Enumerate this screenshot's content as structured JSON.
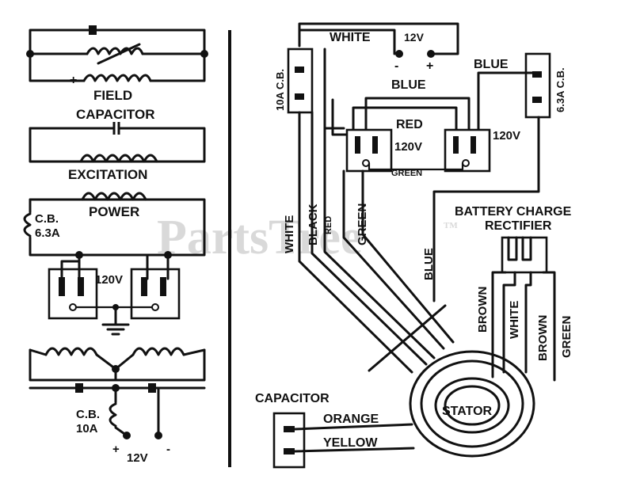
{
  "watermark": "PartsTree",
  "watermark_tm": "TM",
  "left_schematic": {
    "field_label": "FIELD",
    "field_plus": "+",
    "field_minus": "-",
    "capacitor_label": "CAPACITOR",
    "excitation_label": "EXCITATION",
    "power_label": "POWER",
    "cb_small_label_1": "C.B.",
    "cb_small_label_2": "6.3A",
    "outlet_voltage": "120V",
    "cb_large_label_1": "C.B.",
    "cb_large_label_2": "10A",
    "battery_plus": "+",
    "battery_voltage": "12V",
    "battery_minus": "-"
  },
  "right_wiring": {
    "white_top": "WHITE",
    "v12": "12V",
    "minus": "-",
    "plus": "+",
    "blue_top": "BLUE",
    "blue_mid": "BLUE",
    "cb_10a": "10A C.B.",
    "cb_63a": "6.3A C.B.",
    "red": "RED",
    "outlet_left_v": "120V",
    "outlet_right_v": "120V",
    "green_h": "GREEN",
    "white_v": "WHITE",
    "black_v": "BLACK",
    "red_v": "RED",
    "green_v": "GREEN",
    "blue_v": "BLUE",
    "rectifier_1": "BATTERY CHARGE",
    "rectifier_2": "RECTIFIER",
    "brown_1": "BROWN",
    "white_2": "WHITE",
    "brown_2": "BROWN",
    "green_2": "GREEN",
    "capacitor": "CAPACITOR",
    "orange": "ORANGE",
    "yellow": "YELLOW",
    "stator": "STATOR"
  }
}
